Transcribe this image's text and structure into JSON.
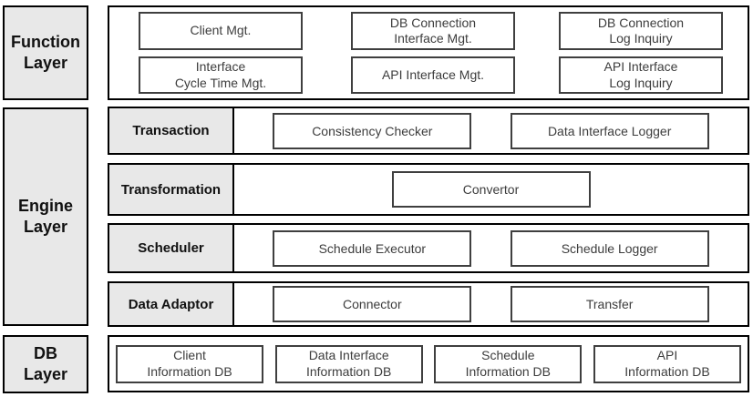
{
  "function_layer": {
    "label": "Function\nLayer",
    "boxes": [
      "Client Mgt.",
      "DB Connection\nInterface Mgt.",
      "DB Connection\nLog Inquiry",
      "Interface\nCycle Time Mgt.",
      "API Interface Mgt.",
      "API Interface\nLog Inquiry"
    ]
  },
  "engine_layer": {
    "label": "Engine\nLayer",
    "rows": [
      {
        "label": "Transaction",
        "boxes": [
          "Consistency Checker",
          "Data Interface Logger"
        ]
      },
      {
        "label": "Transformation",
        "boxes": [
          "Convertor"
        ]
      },
      {
        "label": "Scheduler",
        "boxes": [
          "Schedule Executor",
          "Schedule Logger"
        ]
      },
      {
        "label": "Data Adaptor",
        "boxes": [
          "Connector",
          "Transfer"
        ]
      }
    ]
  },
  "db_layer": {
    "label": "DB\nLayer",
    "boxes": [
      "Client\nInformation DB",
      "Data Interface\nInformation DB",
      "Schedule\nInformation DB",
      "API\nInformation DB"
    ]
  },
  "colors": {
    "background": "#ffffff",
    "layer_label_fill": "#e8e8e8",
    "outer_border": "#000000",
    "inner_border": "#3f3f3f",
    "inner_text": "#3d3d3d",
    "label_text": "#111111"
  }
}
